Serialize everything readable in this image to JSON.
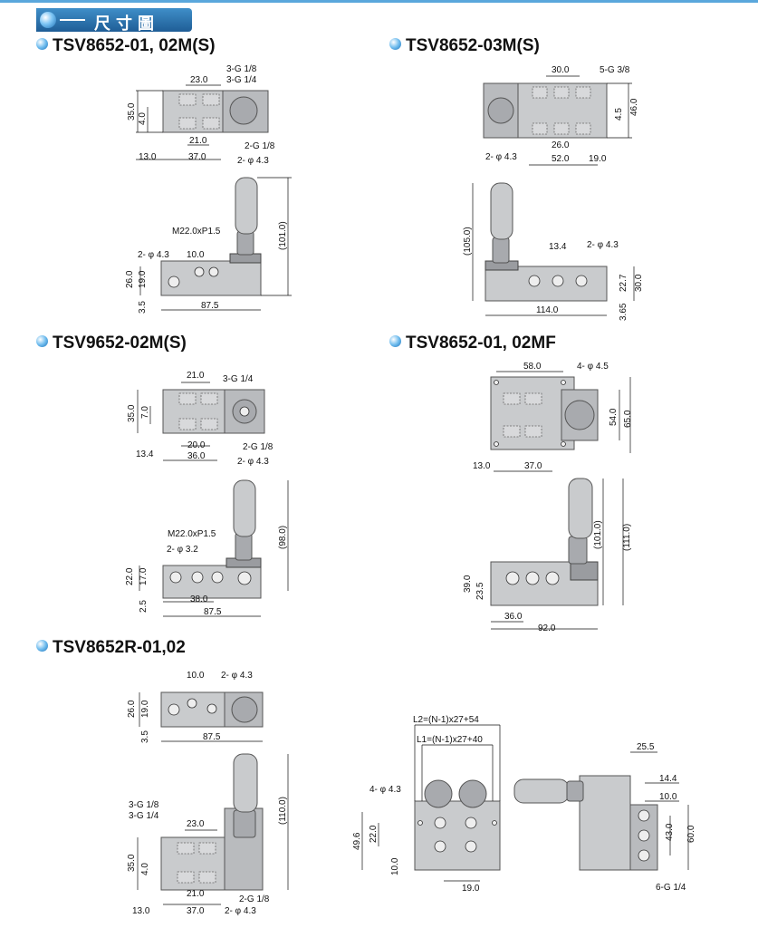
{
  "banner": {
    "title": "尺寸圖"
  },
  "sections": {
    "s1": {
      "title": "TSV8652-01, 02M(S)"
    },
    "s2": {
      "title": "TSV8652-03M(S)"
    },
    "s3": {
      "title": "TSV9652-02M(S)"
    },
    "s4": {
      "title": "TSV8652-01, 02MF"
    },
    "s5": {
      "title": "TSV8652R-01,02"
    }
  },
  "dims": {
    "a1": "23.0",
    "a2": "3-G 1/8",
    "a3": "3-G 1/4",
    "a4": "35.0",
    "a5": "4.0",
    "a6": "21.0",
    "a7": "2-G 1/8",
    "a8": "13.0",
    "a9": "37.0",
    "a10": "2- φ 4.3",
    "b1": "M22.0xP1.5",
    "b2": "(101.0)",
    "b3": "2- φ 4.3",
    "b4": "10.0",
    "b5": "26.0",
    "b6": "19.0",
    "b7": "3.5",
    "b8": "87.5",
    "c1": "30.0",
    "c2": "5-G 3/8",
    "c3": "4.5",
    "c4": "46.0",
    "c5": "26.0",
    "c6": "2- φ 4.3",
    "c7": "52.0",
    "c8": "19.0",
    "d1": "(105.0)",
    "d2": "13.4",
    "d3": "2- φ 4.3",
    "d4": "22.7",
    "d5": "30.0",
    "d6": "114.0",
    "d7": "3.65",
    "e1": "21.0",
    "e2": "3-G 1/4",
    "e3": "35.0",
    "e4": "7.0",
    "e5": "20.0",
    "e6": "2-G 1/8",
    "e7": "13.4",
    "e8": "36.0",
    "e9": "2- φ 4.3",
    "f1": "M22.0xP1.5",
    "f2": "(98.0)",
    "f3": "2- φ 3.2",
    "f4": "22.0",
    "f5": "17.0",
    "f6": "38.0",
    "f7": "2.5",
    "f8": "87.5",
    "g1": "58.0",
    "g2": "4- φ 4.5",
    "g3": "54.0",
    "g4": "65.0",
    "g5": "13.0",
    "g6": "37.0",
    "h1": "(101.0)",
    "h2": "(111.0)",
    "h3": "39.0",
    "h4": "23.5",
    "h5": "36.0",
    "h6": "92.0",
    "i1": "10.0",
    "i2": "2- φ 4.3",
    "i3": "26.0",
    "i4": "19.0",
    "i5": "3.5",
    "i6": "87.5",
    "j1": "3-G 1/8",
    "j2": "3-G 1/4",
    "j3": "23.0",
    "j4": "(110.0)",
    "j5": "35.0",
    "j6": "4.0",
    "j7": "21.0",
    "j8": "2-G 1/8",
    "j9": "13.0",
    "j10": "37.0",
    "j11": "2- φ 4.3",
    "k1": "L2=(N-1)x27+54",
    "k2": "L1=(N-1)x27+40",
    "k3": "4- φ 4.3",
    "k4": "49.6",
    "k5": "22.0",
    "k6": "10.0",
    "k7": "19.0",
    "l1": "25.5",
    "l2": "14.4",
    "l3": "10.0",
    "l4": "43.0",
    "l5": "60.0",
    "l6": "6-G 1/4"
  }
}
